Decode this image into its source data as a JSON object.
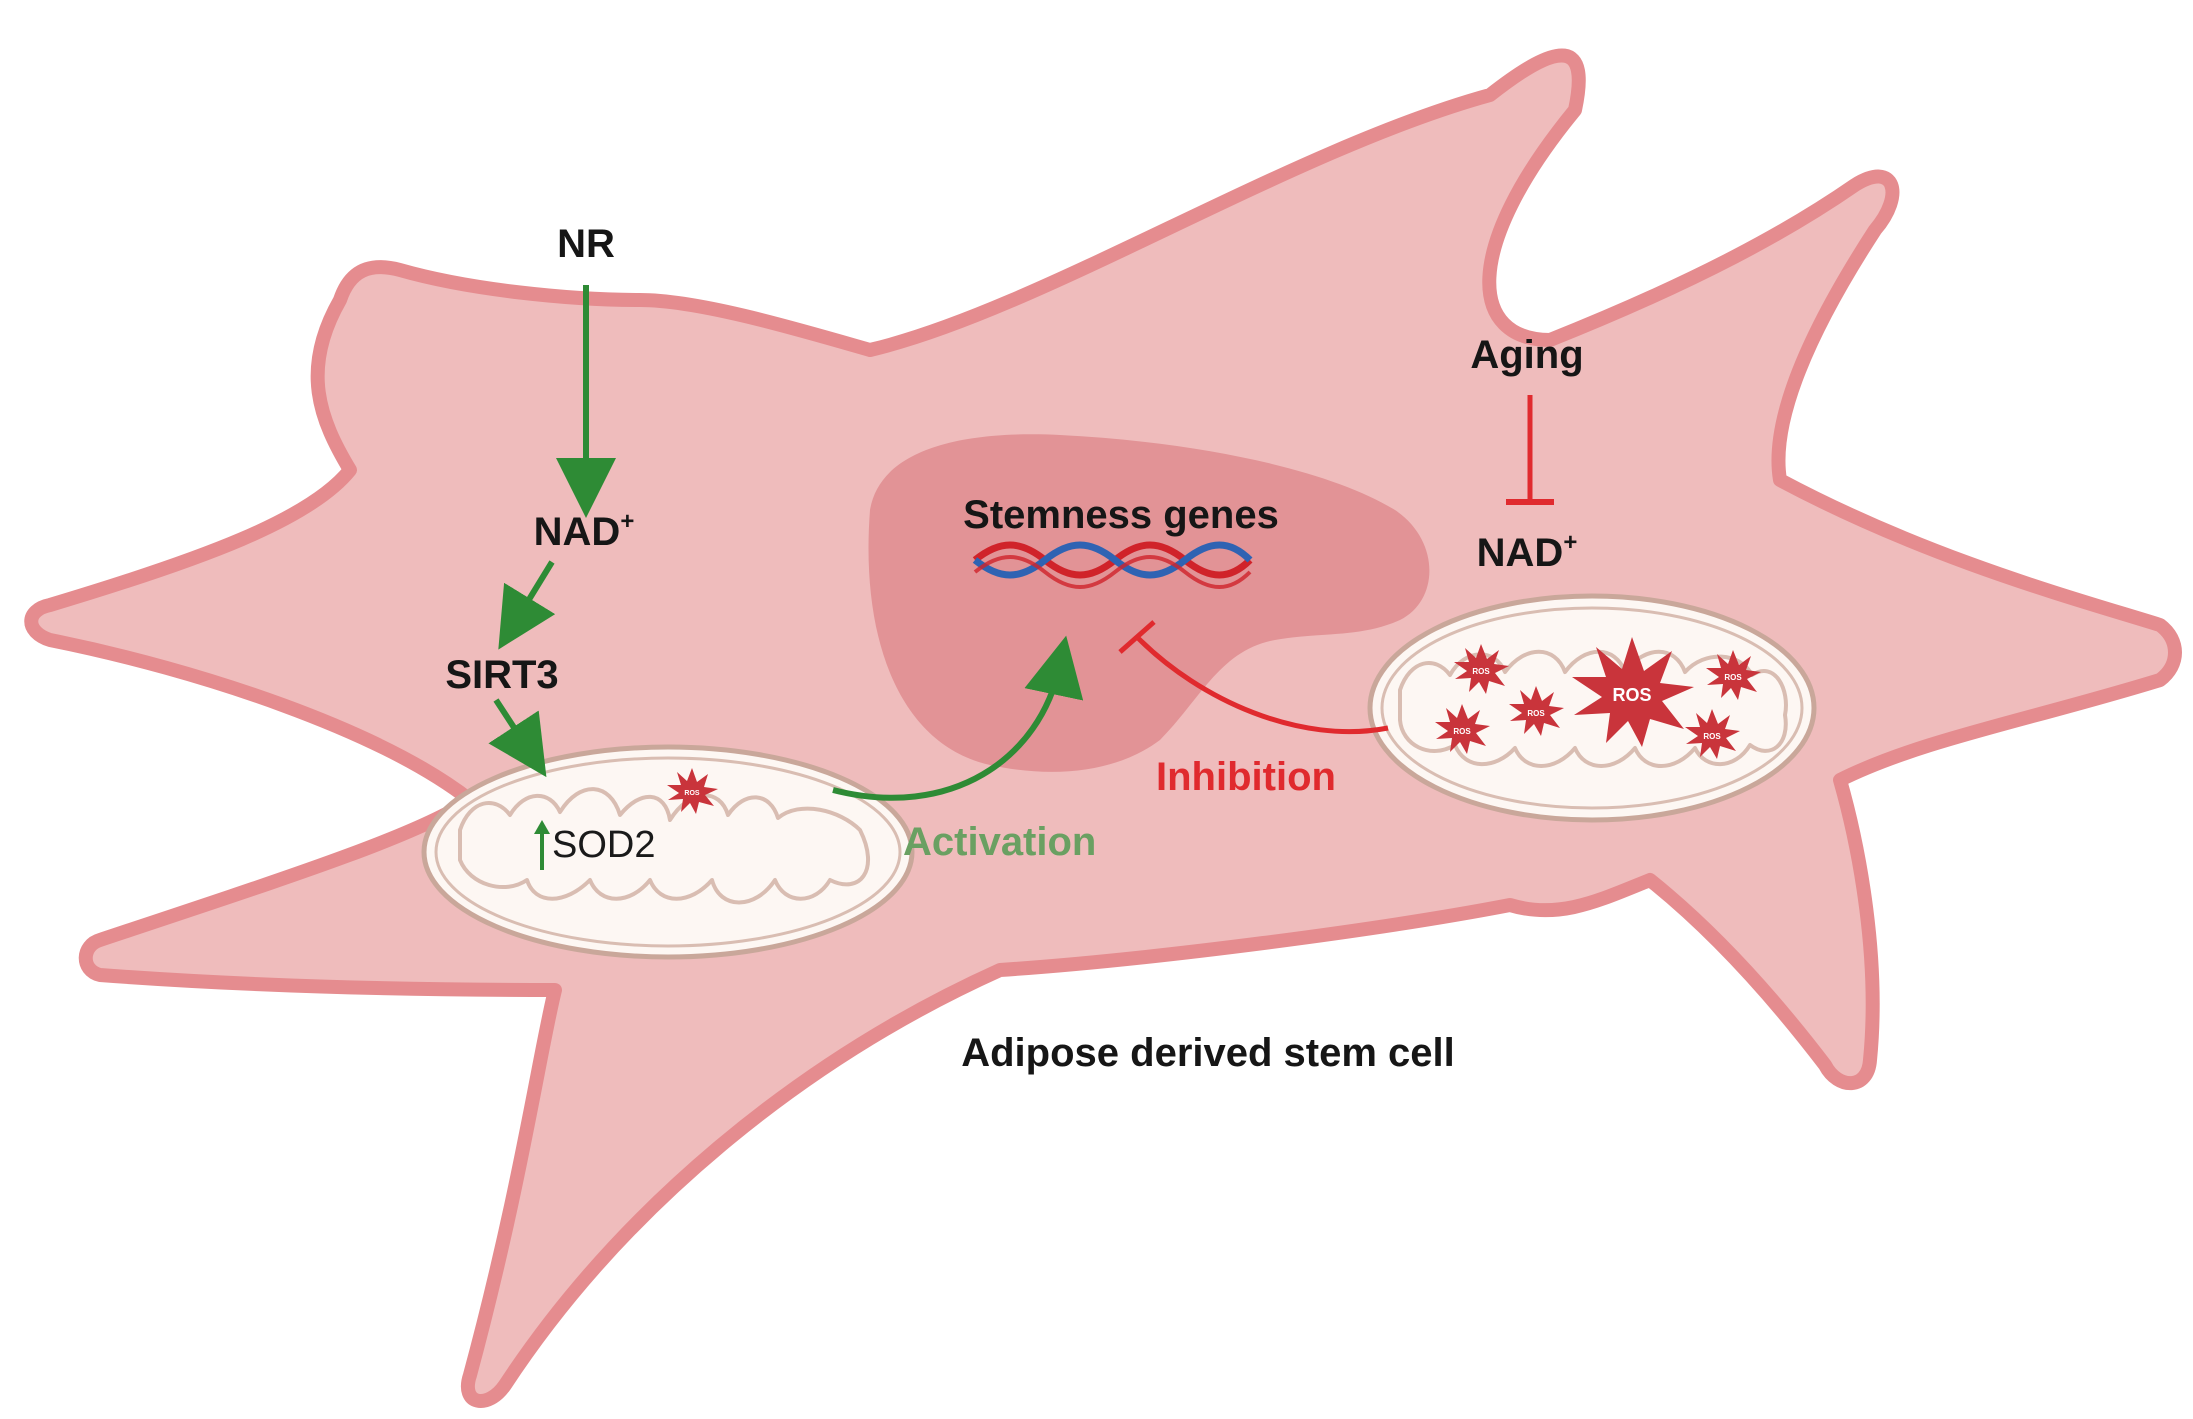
{
  "labels": {
    "nr": "NR",
    "nad_left": "NAD",
    "nad_sup": "+",
    "sirt3": "SIRT3",
    "sod2": "SOD2",
    "stemness": "Stemness genes",
    "activation": "Activation",
    "inhibition": "Inhibition",
    "aging": "Aging",
    "nad_right": "NAD",
    "cell": "Adipose derived stem cell",
    "ros": "ROS"
  },
  "colors": {
    "cell_fill": "#efbcbc",
    "cell_border": "#e58c8f",
    "nucleus": "#e29396",
    "activation_arrow": "#2e8b35",
    "inhibition_arrow": "#e02a2e",
    "activation_text": "#6aa062",
    "dna_red": "#d0232a",
    "dna_blue": "#2f63b3",
    "ros_fill": "#c9343b",
    "mito_fill": "#fdf7f3",
    "mito_border": "#c9a79a"
  },
  "icons": [
    "up-arrow-icon",
    "ros-burst-icon",
    "dna-helix-icon"
  ]
}
